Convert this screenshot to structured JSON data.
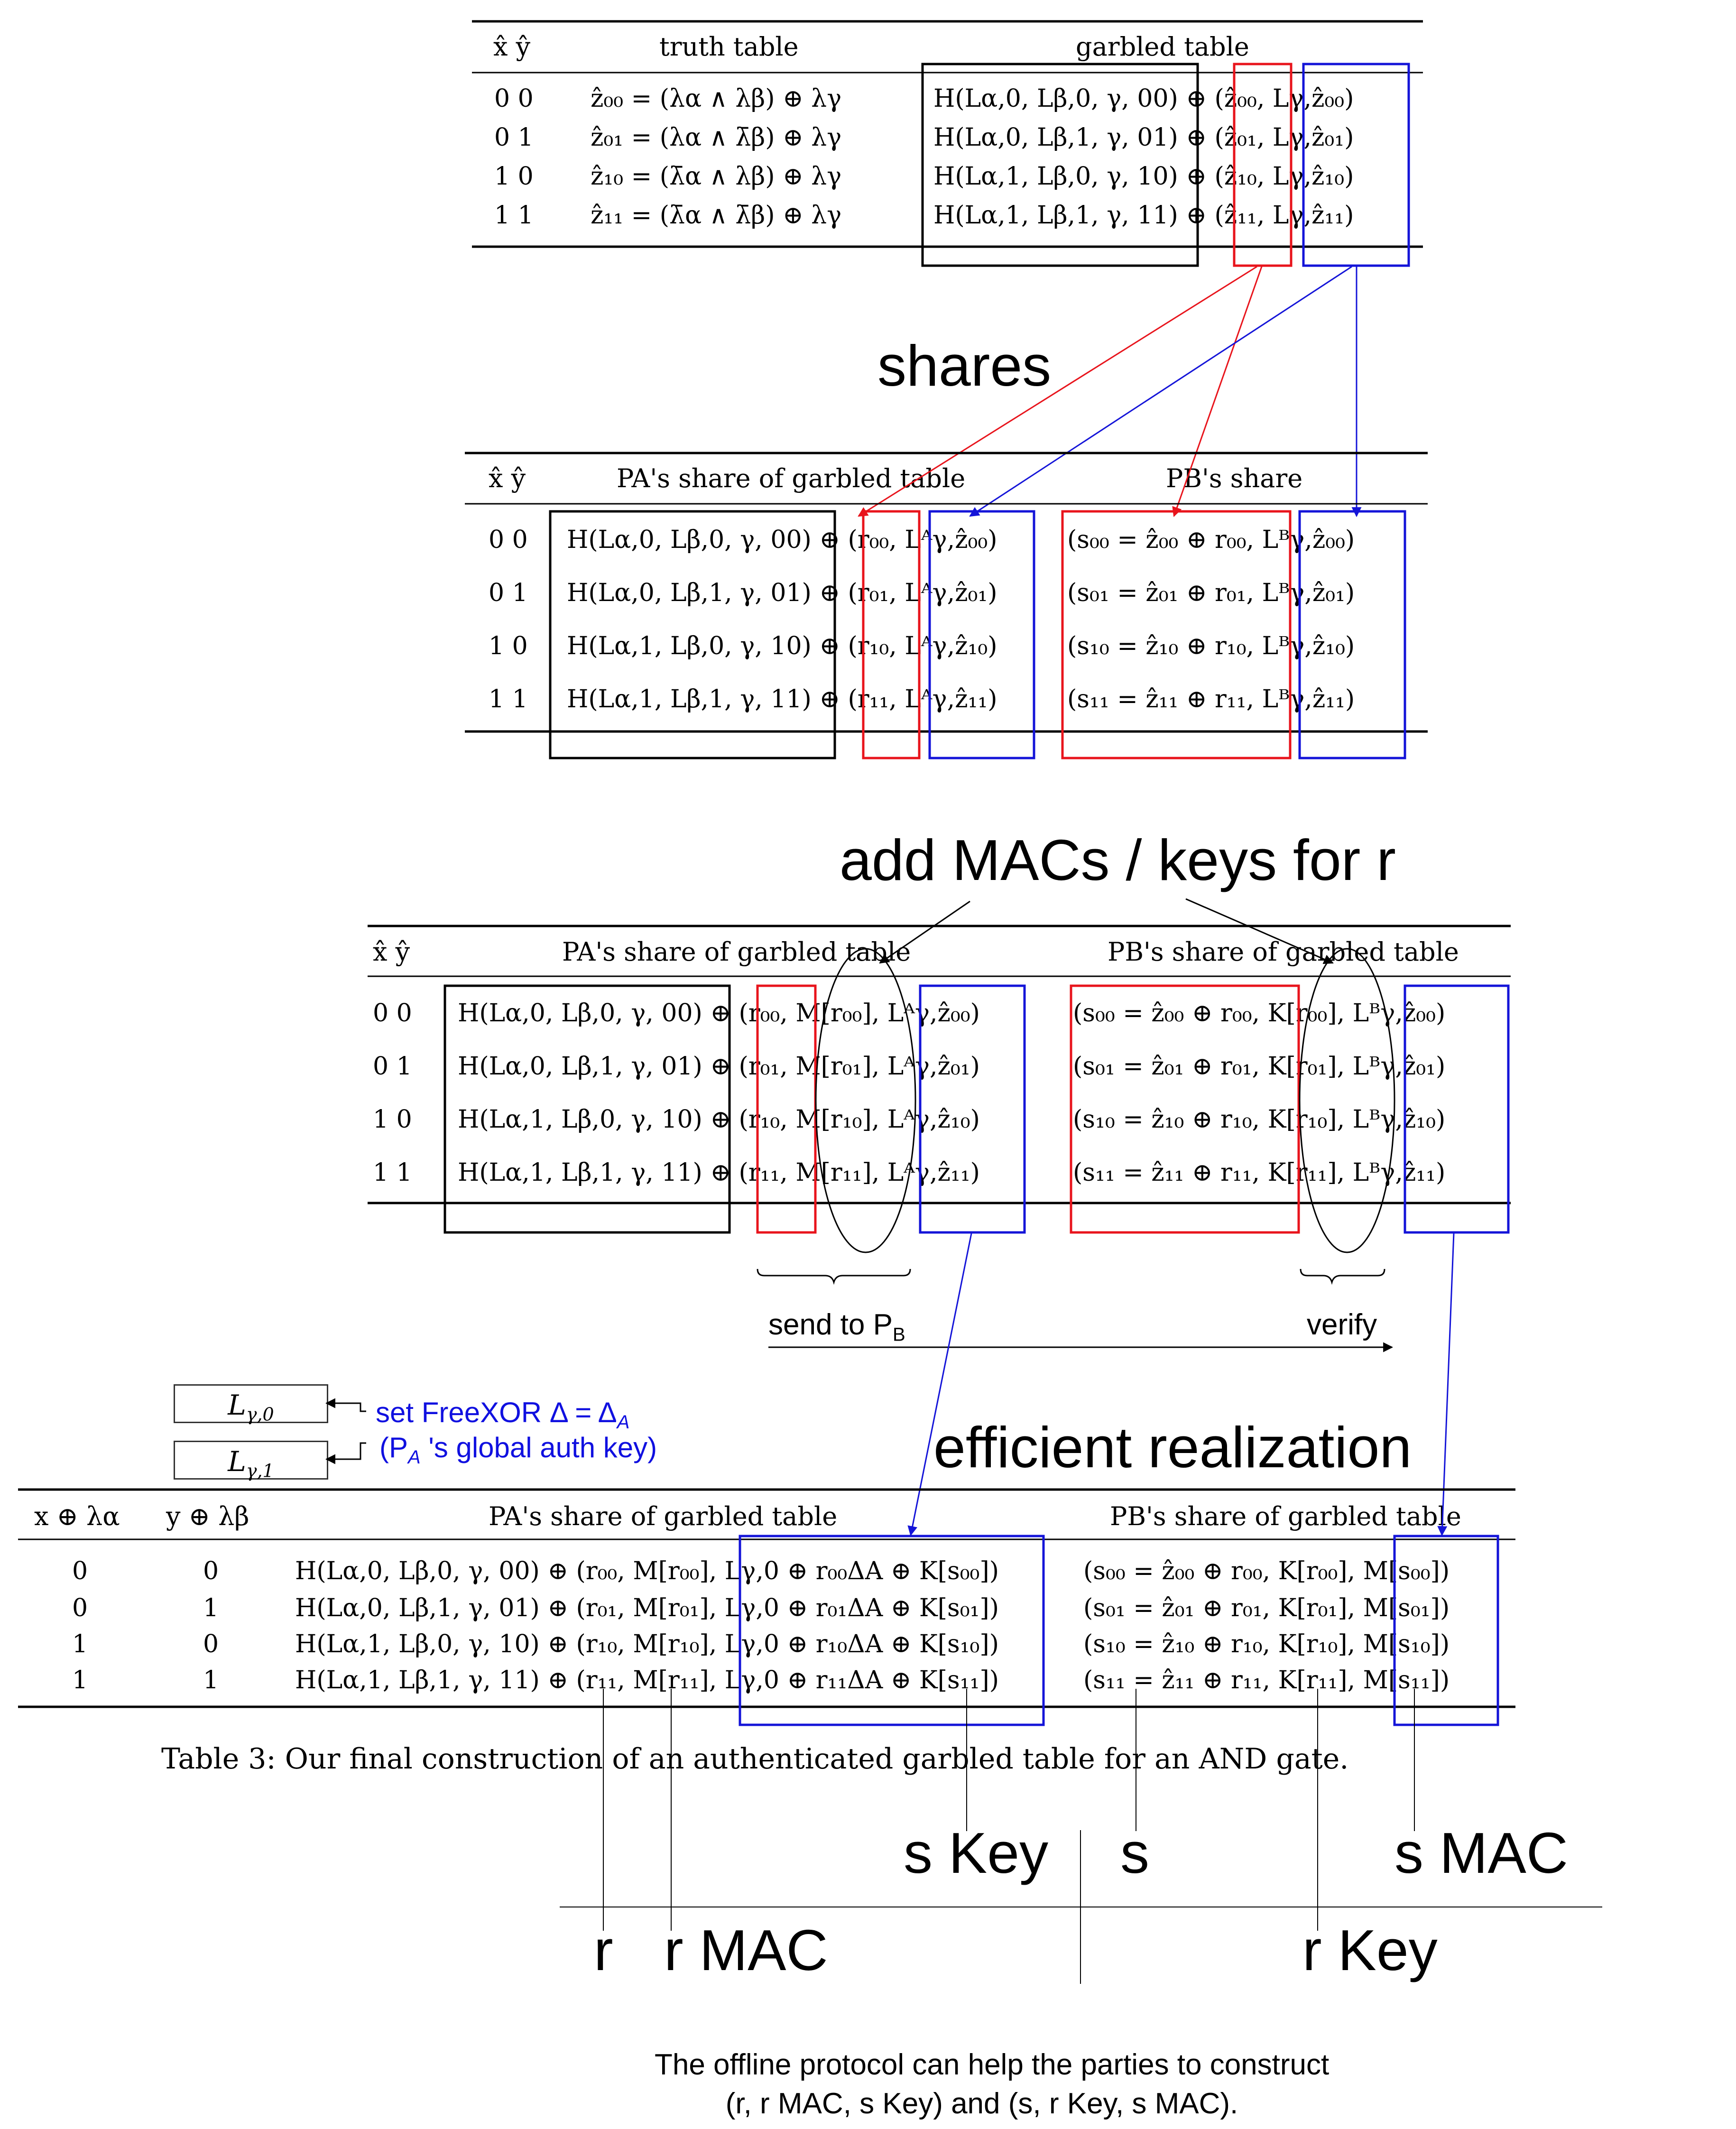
{
  "labels": {
    "shares": "shares",
    "add_macs": "add MACs / keys for r",
    "efficient": "efficient realization",
    "send_to": "send to P",
    "send_to_sub": "B",
    "verify": "verify",
    "freexor_line1": "set FreeXOR Δ = Δ",
    "freexor_line1_sub": "A",
    "freexor_line2_pre": "(P",
    "freexor_line2_sub": "A",
    "freexor_line2_post": " 's global auth key)",
    "l_gamma0": "L",
    "l_gamma0_sub": "γ,0",
    "l_gamma1": "L",
    "l_gamma1_sub": "γ,1",
    "caption": "Table 3: Our final construction of an authenticated garbled table for an AND gate.",
    "s_key": "s Key",
    "s": "s",
    "s_mac": "s MAC",
    "r": "r",
    "r_mac": "r MAC",
    "r_key": "r Key",
    "footer_line1": "The offline protocol can help the parties to construct",
    "footer_line2": "(r, r MAC, s Key) and (s, r Key, s MAC)."
  },
  "table1": {
    "headers": [
      "x̂  ŷ",
      "truth table",
      "garbled table"
    ],
    "rows": [
      {
        "xy": "0 0",
        "truth": "ẑ₀₀ = (λα ∧ λβ) ⊕ λγ",
        "garbled": "H(Lα,0, Lβ,0, γ, 00) ⊕ (ẑ₀₀, Lγ,ẑ₀₀)"
      },
      {
        "xy": "0 1",
        "truth": "ẑ₀₁ = (λα ∧ λ̄β) ⊕ λγ",
        "garbled": "H(Lα,0, Lβ,1, γ, 01) ⊕ (ẑ₀₁, Lγ,ẑ₀₁)"
      },
      {
        "xy": "1 0",
        "truth": "ẑ₁₀ = (λ̄α ∧ λβ) ⊕ λγ",
        "garbled": "H(Lα,1, Lβ,0, γ, 10) ⊕ (ẑ₁₀, Lγ,ẑ₁₀)"
      },
      {
        "xy": "1 1",
        "truth": "ẑ₁₁ = (λ̄α ∧ λ̄β) ⊕ λγ",
        "garbled": "H(Lα,1, Lβ,1, γ, 11) ⊕ (ẑ₁₁, Lγ,ẑ₁₁)"
      }
    ]
  },
  "table2": {
    "headers": [
      "x̂  ŷ",
      "PA's share of garbled table",
      "PB's share"
    ],
    "rows": [
      {
        "xy": "0 0",
        "a": "H(Lα,0, Lβ,0, γ, 00) ⊕ (r₀₀, Lᴬγ,ẑ₀₀)",
        "b": "(s₀₀ = ẑ₀₀ ⊕ r₀₀, Lᴮγ,ẑ₀₀)"
      },
      {
        "xy": "0 1",
        "a": "H(Lα,0, Lβ,1, γ, 01) ⊕ (r₀₁, Lᴬγ,ẑ₀₁)",
        "b": "(s₀₁ = ẑ₀₁ ⊕ r₀₁, Lᴮγ,ẑ₀₁)"
      },
      {
        "xy": "1 0",
        "a": "H(Lα,1, Lβ,0, γ, 10) ⊕ (r₁₀, Lᴬγ,ẑ₁₀)",
        "b": "(s₁₀ = ẑ₁₀ ⊕ r₁₀, Lᴮγ,ẑ₁₀)"
      },
      {
        "xy": "1 1",
        "a": "H(Lα,1, Lβ,1, γ, 11) ⊕ (r₁₁, Lᴬγ,ẑ₁₁)",
        "b": "(s₁₁ = ẑ₁₁ ⊕ r₁₁, Lᴮγ,ẑ₁₁)"
      }
    ]
  },
  "table3": {
    "headers": [
      "x̂  ŷ",
      "PA's share of garbled table",
      "PB's share of garbled table"
    ],
    "rows": [
      {
        "xy": "0 0",
        "a": "H(Lα,0, Lβ,0, γ, 00) ⊕ (r₀₀, M[r₀₀], Lᴬγ,ẑ₀₀)",
        "b": "(s₀₀ = ẑ₀₀ ⊕ r₀₀, K[r₀₀], Lᴮγ,ẑ₀₀)"
      },
      {
        "xy": "0 1",
        "a": "H(Lα,0, Lβ,1, γ, 01) ⊕ (r₀₁, M[r₀₁], Lᴬγ,ẑ₀₁)",
        "b": "(s₀₁ = ẑ₀₁ ⊕ r₀₁, K[r₀₁], Lᴮγ,ẑ₀₁)"
      },
      {
        "xy": "1 0",
        "a": "H(Lα,1, Lβ,0, γ, 10) ⊕ (r₁₀, M[r₁₀], Lᴬγ,ẑ₁₀)",
        "b": "(s₁₀ = ẑ₁₀ ⊕ r₁₀, K[r₁₀], Lᴮγ,ẑ₁₀)"
      },
      {
        "xy": "1 1",
        "a": "H(Lα,1, Lβ,1, γ, 11) ⊕ (r₁₁, M[r₁₁], Lᴬγ,ẑ₁₁)",
        "b": "(s₁₁ = ẑ₁₁ ⊕ r₁₁, K[r₁₁], Lᴮγ,ẑ₁₁)"
      }
    ]
  },
  "table4": {
    "headers": [
      "x ⊕ λα",
      "y ⊕ λβ",
      "PA's share of garbled table",
      "PB's share of garbled table"
    ],
    "rows": [
      {
        "x": "0",
        "y": "0",
        "a": "H(Lα,0, Lβ,0, γ, 00) ⊕ (r₀₀, M[r₀₀], Lγ,0 ⊕ r₀₀ΔA ⊕ K[s₀₀])",
        "b": "(s₀₀ = ẑ₀₀ ⊕ r₀₀, K[r₀₀], M[s₀₀])"
      },
      {
        "x": "0",
        "y": "1",
        "a": "H(Lα,0, Lβ,1, γ, 01) ⊕ (r₀₁, M[r₀₁], Lγ,0 ⊕ r₀₁ΔA ⊕ K[s₀₁])",
        "b": "(s₀₁ = ẑ₀₁ ⊕ r₀₁, K[r₀₁], M[s₀₁])"
      },
      {
        "x": "1",
        "y": "0",
        "a": "H(Lα,1, Lβ,0, γ, 10) ⊕ (r₁₀, M[r₁₀], Lγ,0 ⊕ r₁₀ΔA ⊕ K[s₁₀])",
        "b": "(s₁₀ = ẑ₁₀ ⊕ r₁₀, K[r₁₀], M[s₁₀])"
      },
      {
        "x": "1",
        "y": "1",
        "a": "H(Lα,1, Lβ,1, γ, 11) ⊕ (r₁₁, M[r₁₁], Lγ,0 ⊕ r₁₁ΔA ⊕ K[s₁₁])",
        "b": "(s₁₁ = ẑ₁₁ ⊕ r₁₁, K[r₁₁], M[s₁₁])"
      }
    ]
  },
  "colors": {
    "red": "#e8141c",
    "blue": "#1414d8",
    "black": "#000000"
  }
}
